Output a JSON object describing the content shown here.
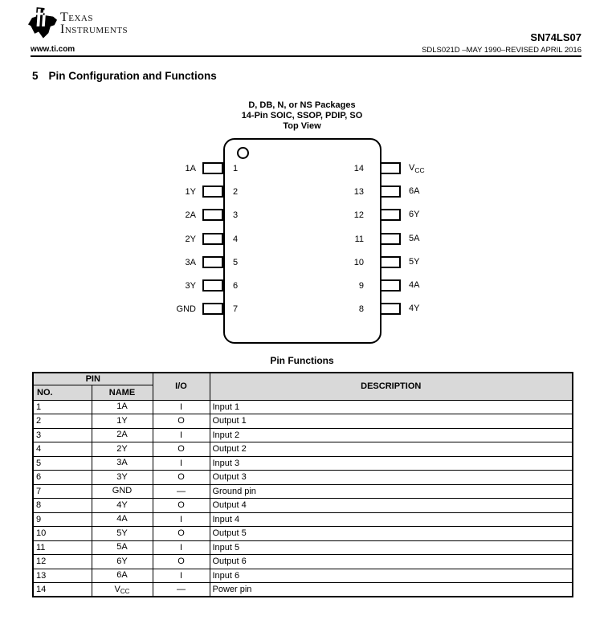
{
  "brand": {
    "name_line1": "Texas",
    "name_line2": "Instruments"
  },
  "header": {
    "part_number": "SN74LS07",
    "website": "www.ti.com",
    "doc_line": "SDLS021D –MAY 1990–REVISED APRIL 2016"
  },
  "section": {
    "number": "5",
    "title": "Pin Configuration and Functions"
  },
  "diagram": {
    "caption_line1": "D, DB, N, or NS Packages",
    "caption_line2": "14-Pin SOIC, SSOP, PDIP, SO",
    "caption_line3": "Top View",
    "left_pins": [
      {
        "number": "1",
        "label": "1A"
      },
      {
        "number": "2",
        "label": "1Y"
      },
      {
        "number": "3",
        "label": "2A"
      },
      {
        "number": "4",
        "label": "2Y"
      },
      {
        "number": "5",
        "label": "3A"
      },
      {
        "number": "6",
        "label": "3Y"
      },
      {
        "number": "7",
        "label": "GND"
      }
    ],
    "right_pins": [
      {
        "number": "14",
        "label": "V",
        "label_sub": "CC"
      },
      {
        "number": "13",
        "label": "6A",
        "label_sub": ""
      },
      {
        "number": "12",
        "label": "6Y",
        "label_sub": ""
      },
      {
        "number": "11",
        "label": "5A",
        "label_sub": ""
      },
      {
        "number": "10",
        "label": "5Y",
        "label_sub": ""
      },
      {
        "number": "9",
        "label": "4A",
        "label_sub": ""
      },
      {
        "number": "8",
        "label": "4Y",
        "label_sub": ""
      }
    ]
  },
  "table": {
    "title": "Pin Functions",
    "col_pin": "PIN",
    "col_no": "NO.",
    "col_name": "NAME",
    "col_io": "I/O",
    "col_desc": "DESCRIPTION",
    "rows": [
      {
        "no": "1",
        "name": "1A",
        "name_sub": "",
        "io": "I",
        "desc": "Input 1"
      },
      {
        "no": "2",
        "name": "1Y",
        "name_sub": "",
        "io": "O",
        "desc": "Output 1"
      },
      {
        "no": "3",
        "name": "2A",
        "name_sub": "",
        "io": "I",
        "desc": "Input 2"
      },
      {
        "no": "4",
        "name": "2Y",
        "name_sub": "",
        "io": "O",
        "desc": "Output 2"
      },
      {
        "no": "5",
        "name": "3A",
        "name_sub": "",
        "io": "I",
        "desc": "Input 3"
      },
      {
        "no": "6",
        "name": "3Y",
        "name_sub": "",
        "io": "O",
        "desc": "Output 3"
      },
      {
        "no": "7",
        "name": "GND",
        "name_sub": "",
        "io": "—",
        "desc": "Ground pin"
      },
      {
        "no": "8",
        "name": "4Y",
        "name_sub": "",
        "io": "O",
        "desc": "Output 4"
      },
      {
        "no": "9",
        "name": "4A",
        "name_sub": "",
        "io": "I",
        "desc": "Input 4"
      },
      {
        "no": "10",
        "name": "5Y",
        "name_sub": "",
        "io": "O",
        "desc": "Output 5"
      },
      {
        "no": "11",
        "name": "5A",
        "name_sub": "",
        "io": "I",
        "desc": "Input 5"
      },
      {
        "no": "12",
        "name": "6Y",
        "name_sub": "",
        "io": "O",
        "desc": "Output 6"
      },
      {
        "no": "13",
        "name": "6A",
        "name_sub": "",
        "io": "I",
        "desc": "Input 6"
      },
      {
        "no": "14",
        "name": "V",
        "name_sub": "CC",
        "io": "—",
        "desc": "Power pin"
      }
    ]
  },
  "colors": {
    "table_header_bg": "#d9d9d9",
    "text": "#000000",
    "rule": "#000000"
  }
}
